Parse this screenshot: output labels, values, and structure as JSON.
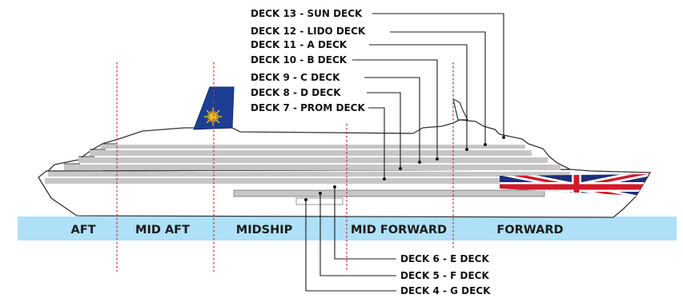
{
  "colors": {
    "water_band": "#aee0f7",
    "hull_outline": "#333333",
    "deck_band": "#c6c6c6",
    "funnel_blue": "#1c3f94",
    "sunburst": "#f2c21a",
    "divider_red": "#d8232a",
    "flag_blue": "#1c2f7a",
    "flag_red": "#cf1b2b"
  },
  "icons": {
    "funnel_logo": "sunburst-logo-icon",
    "hull_flag": "union-flag-icon"
  },
  "decks_upper": [
    {
      "id": "deck-13",
      "label": "DECK 13 - SUN DECK"
    },
    {
      "id": "deck-12",
      "label": "DECK 12 - LIDO DECK"
    },
    {
      "id": "deck-11",
      "label": "DECK 11 - A DECK"
    },
    {
      "id": "deck-10",
      "label": "DECK 10 - B DECK"
    },
    {
      "id": "deck-9",
      "label": "DECK 9 - C DECK"
    },
    {
      "id": "deck-8",
      "label": "DECK 8 - D DECK"
    },
    {
      "id": "deck-7",
      "label": "DECK 7 - PROM DECK"
    }
  ],
  "decks_lower": [
    {
      "id": "deck-6",
      "label": "DECK 6 - E DECK"
    },
    {
      "id": "deck-5",
      "label": "DECK 5 - F DECK"
    },
    {
      "id": "deck-4",
      "label": "DECK 4 - G DECK"
    }
  ],
  "zones": [
    {
      "id": "aft",
      "label": "AFT"
    },
    {
      "id": "mid-aft",
      "label": "MID AFT"
    },
    {
      "id": "midship",
      "label": "MIDSHIP"
    },
    {
      "id": "mid-forward",
      "label": "MID FORWARD"
    },
    {
      "id": "forward",
      "label": "FORWARD"
    }
  ]
}
